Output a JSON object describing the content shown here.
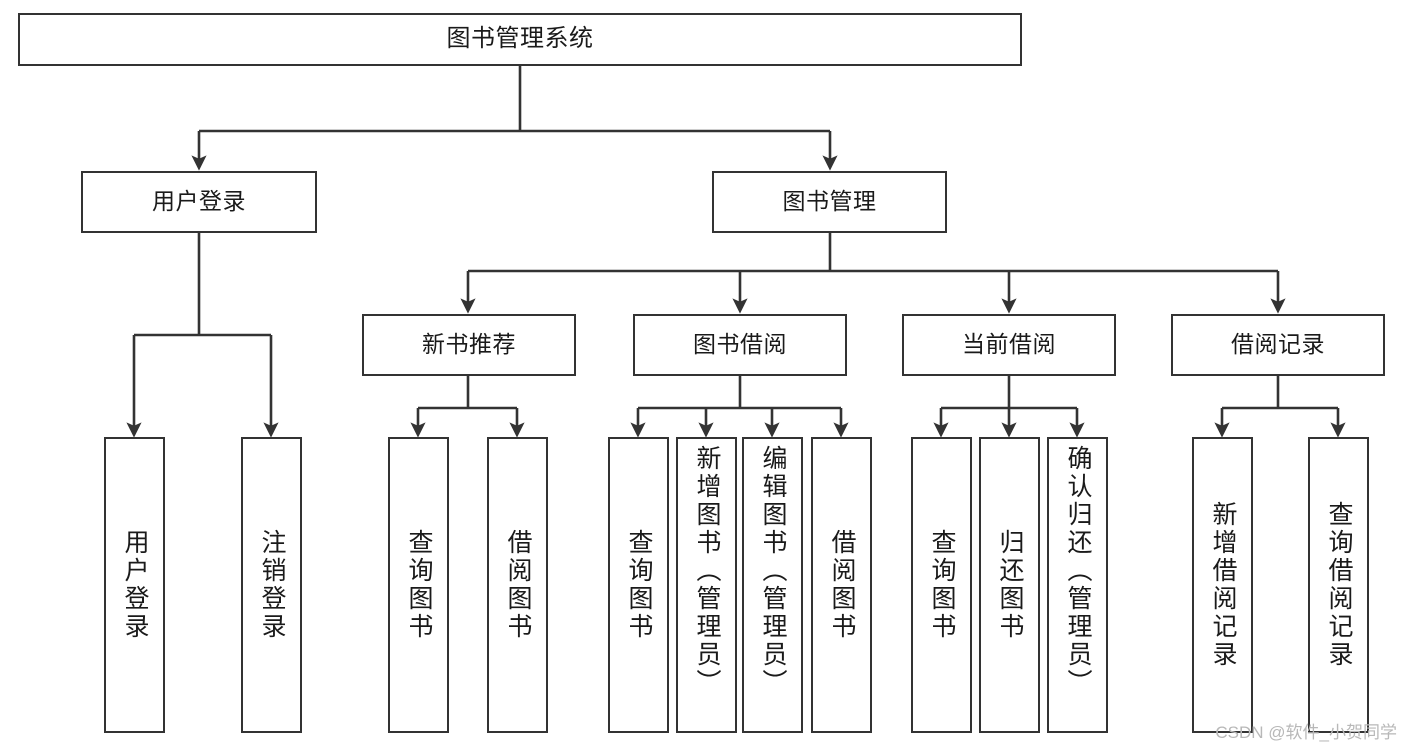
{
  "diagram": {
    "title": "图书管理系统",
    "type": "tree-hierarchy-diagram",
    "colors": {
      "background": "#ffffff",
      "box_border": "#333333",
      "box_fill": "#ffffff",
      "connector": "#333333",
      "text": "#1a1a1a",
      "watermark": "#b8b8b8"
    },
    "root": {
      "label": "图书管理系统"
    },
    "level2": [
      {
        "label": "用户登录"
      },
      {
        "label": "图书管理"
      }
    ],
    "level3": [
      {
        "label": "新书推荐"
      },
      {
        "label": "图书借阅"
      },
      {
        "label": "当前借阅"
      },
      {
        "label": "借阅记录"
      }
    ],
    "leaves": {
      "user_login": [
        {
          "label": "用户登录"
        },
        {
          "label": "注销登录"
        }
      ],
      "new_book_recommend": [
        {
          "label": "查询图书"
        },
        {
          "label": "借阅图书"
        }
      ],
      "book_borrow": [
        {
          "label": "查询图书"
        },
        {
          "label": "新增图书（管理员）"
        },
        {
          "label": "编辑图书（管理员）"
        },
        {
          "label": "借阅图书"
        }
      ],
      "current_borrow": [
        {
          "label": "查询图书"
        },
        {
          "label": "归还图书"
        },
        {
          "label": "确认归还（管理员）"
        }
      ],
      "borrow_records": [
        {
          "label": "新增借阅记录"
        },
        {
          "label": "查询借阅记录"
        }
      ]
    },
    "watermark": "CSDN @软件_小贺同学"
  }
}
